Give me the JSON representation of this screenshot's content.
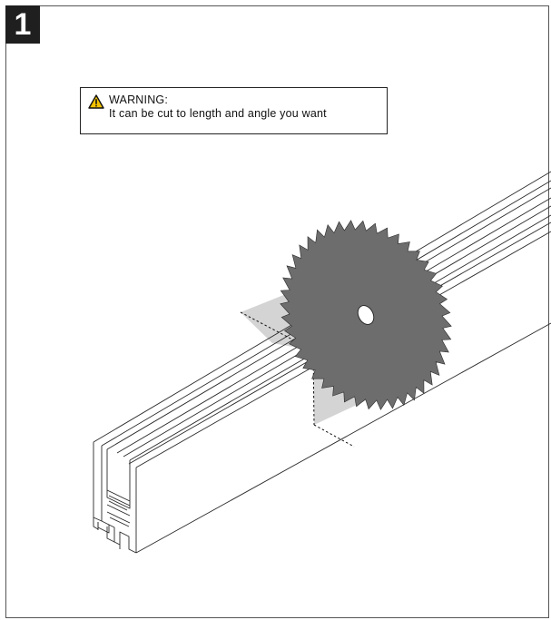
{
  "step": {
    "number": "1"
  },
  "warning": {
    "title": "WARNING:",
    "text": "It can be cut to length and angle you want",
    "icon": "warning-triangle-icon",
    "icon_color": "#f2c200"
  },
  "illustration": {
    "subject": "saw-blade-cutting-profile",
    "blade_color": "#6d6d6d",
    "cut_plane_color": "#d4d4d4"
  }
}
